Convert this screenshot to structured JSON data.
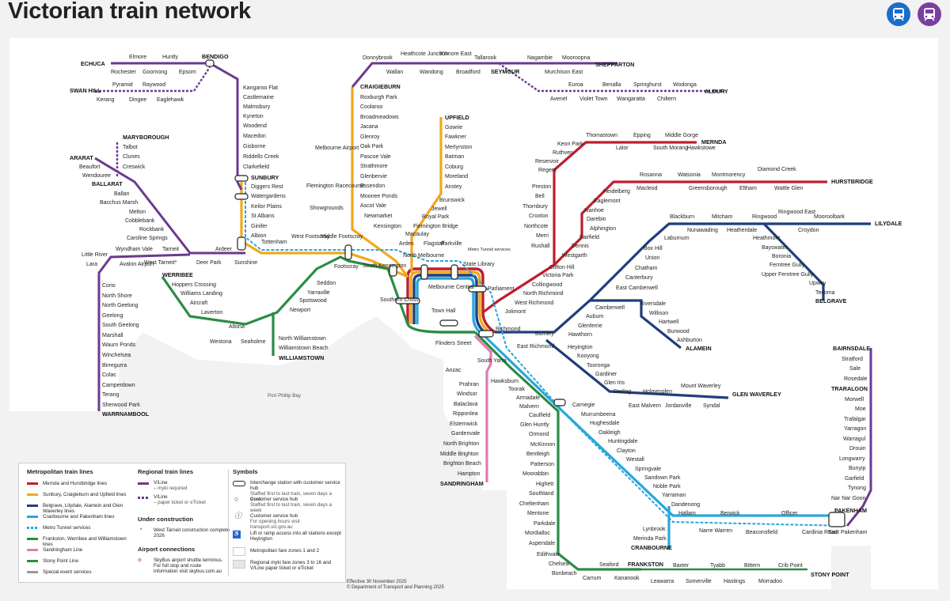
{
  "title": "Victorian train network",
  "header_icons": [
    {
      "name": "metro-train-icon",
      "color": "#1a6dcb"
    },
    {
      "name": "regional-train-icon",
      "color": "#7b3fa0"
    }
  ],
  "colors": {
    "mernda_hurstbridge": "#be1e2d",
    "sunbury_craigieburn_upfield": "#f2a81d",
    "belgrave_lilydale": "#1f3e7b",
    "cranbourne_pakenham": "#2aa6dc",
    "frankston_werribee": "#2b8c45",
    "sandringham": "#e37ab0",
    "vline": "#6b3a8f",
    "stony_point": "#2b8c45",
    "special_event": "#999999"
  },
  "labels": {
    "port_phillip_bay": "Port Phillip Bay",
    "metro_tunnel_services": "Metro Tunnel services",
    "effective": "Effective 30 November 2025",
    "copyright": "© Department of Transport and Planning 2025"
  },
  "stations": {
    "echuca": "ECHUCA",
    "elmore": "Elmore",
    "huntly": "Huntly",
    "bendigo": "BENDIGO",
    "rochester": "Rochester",
    "goornong": "Goornong",
    "epsom": "Epsom",
    "swan_hill": "SWAN HILL",
    "kerang": "Kerang",
    "pyramid": "Pyramid",
    "dingee": "Dingee",
    "raywood": "Raywood",
    "eaglehawk": "Eaglehawk",
    "kangaroo_flat": "Kangaroo Flat",
    "castlemaine": "Castlemaine",
    "malmsbury": "Malmsbury",
    "kyneton": "Kyneton",
    "woodend": "Woodend",
    "macedon": "Macedon",
    "gisborne": "Gisborne",
    "riddells_creek": "Riddells Creek",
    "clarkefield": "Clarkefield",
    "sunbury": "SUNBURY",
    "diggers_rest": "Diggers Rest",
    "watergardens": "Watergardens",
    "keilor_plains": "Keilor Plains",
    "st_albans": "St Albans",
    "ginifer": "Ginifer",
    "albion": "Albion",
    "maryborough": "MARYBOROUGH",
    "talbot": "Talbot",
    "clunes": "Clunes",
    "creswick": "Creswick",
    "ararat": "ARARAT",
    "beaufort": "Beaufort",
    "wendouree": "Wendouree",
    "ballarat": "BALLARAT",
    "ballan": "Ballan",
    "bacchus_marsh": "Bacchus Marsh",
    "melton": "Melton",
    "cobblebank": "Cobblebank",
    "rockbank": "Rockbank",
    "caroline_springs": "Caroline Springs",
    "little_river": "Little River",
    "lara": "Lara",
    "wyndham_vale": "Wyndham Vale",
    "tarneit": "Tarneit",
    "ardeer": "Ardeer",
    "deer_park": "Deer Park",
    "sunshine": "Sunshine",
    "tottenham": "Tottenham",
    "west_footscray": "West Footscray",
    "middle_footscray": "Middle Footscray",
    "footscray": "Footscray",
    "avalon_airport": "Avalon Airport",
    "west_tarneit": "West Tarneit*",
    "corio": "Corio",
    "north_shore": "North Shore",
    "north_geelong": "North Geelong",
    "geelong": "Geelong",
    "south_geelong": "South Geelong",
    "marshall": "Marshall",
    "waurn_ponds": "Waurn Ponds",
    "winchelsea": "Winchelsea",
    "birregurra": "Birregurra",
    "colac": "Colac",
    "camperdown": "Camperdown",
    "terang": "Terang",
    "sherwood_park": "Sherwood Park",
    "warrnambool": "WARRNAMBOOL",
    "werribee": "WERRIBEE",
    "hoppers_crossing": "Hoppers Crossing",
    "williams_landing": "Williams Landing",
    "aircraft": "Aircraft",
    "laverton": "Laverton",
    "altona": "Altona",
    "westona": "Westona",
    "seaholme": "Seaholme",
    "seddon": "Seddon",
    "yarraville": "Yarraville",
    "spotswood": "Spotswood",
    "newport": "Newport",
    "north_williamstown": "North Williamstown",
    "williamstown_beach": "Williamstown Beach",
    "williamstown": "WILLIAMSTOWN",
    "craigieburn": "CRAIGIEBURN",
    "roxburgh_park": "Roxburgh Park",
    "coolaroo": "Coolaroo",
    "broadmeadows": "Broadmeadows",
    "jacana": "Jacana",
    "glenroy": "Glenroy",
    "oak_park": "Oak Park",
    "pascoe_vale": "Pascoe Vale",
    "strathmore": "Strathmore",
    "glenbervie": "Glenbervie",
    "essendon": "Essendon",
    "moonee_ponds": "Moonee Ponds",
    "ascot_vale": "Ascot Vale",
    "newmarket": "Newmarket",
    "kensington": "Kensington",
    "melbourne_airport": "Melbourne Airport",
    "flemington_racecourse": "Flemington Racecourse",
    "showgrounds": "Showgrounds",
    "donnybrook": "Donnybrook",
    "wallan": "Wallan",
    "heathcote_junction": "Heathcote Junction",
    "wandong": "Wandong",
    "kilmore_east": "Kilmore East",
    "broadford": "Broadford",
    "tallarook": "Tallarook",
    "seymour": "SEYMOUR",
    "nagambie": "Nagambie",
    "mooroopna": "Mooroopna",
    "shepparton": "SHEPPARTON",
    "murchison_east": "Murchison East",
    "euroa": "Euroa",
    "avenel": "Avenel",
    "violet_town": "Violet Town",
    "benalla": "Benalla",
    "wangaratta": "Wangaratta",
    "springhurst": "Springhurst",
    "chiltern": "Chiltern",
    "wodonga": "Wodonga",
    "albury": "ALBURY",
    "upfield": "UPFIELD",
    "gowrie": "Gowrie",
    "fawkner": "Fawkner",
    "merlynston": "Merlynston",
    "batman": "Batman",
    "coburg": "Coburg",
    "moreland": "Moreland",
    "anstey": "Anstey",
    "brunswick": "Brunswick",
    "jewell": "Jewell",
    "royal_park": "Royal Park",
    "flemington_bridge": "Flemington Bridge",
    "macaulay": "Macaulay",
    "arden": "Arden",
    "north_melbourne": "North Melbourne",
    "south_kensington": "South Kensington",
    "flagstaff": "Flagstaff",
    "parkville": "Parkville",
    "melbourne_central": "Melbourne Central",
    "state_library": "State Library",
    "parliament": "Parliament",
    "southern_cross": "Southern Cross",
    "town_hall": "Town Hall",
    "flinders_street": "Flinders Street",
    "richmond": "Richmond",
    "anzac": "Anzac",
    "south_yarra": "South Yarra",
    "mernda": "MERNDA",
    "thomastown": "Thomastown",
    "epping": "Epping",
    "middle_gorge": "Middle Gorge",
    "lalor": "Lalor",
    "south_morang": "South Morang",
    "hawkstowe": "Hawkstowe",
    "keon_park": "Keon Park",
    "ruthven": "Ruthven",
    "reservoir": "Reservoir",
    "regent": "Regent",
    "preston": "Preston",
    "bell": "Bell",
    "thornbury": "Thornbury",
    "croxton": "Croxton",
    "northcote": "Northcote",
    "merri": "Merri",
    "rushall": "Rushall",
    "clifton_hill": "Clifton Hill",
    "victoria_park": "Victoria Park",
    "collingwood": "Collingwood",
    "north_richmond": "North Richmond",
    "west_richmond": "West Richmond",
    "jolimont": "Jolimont",
    "hurstbridge": "HURSTBRIDGE",
    "rosanna": "Rosanna",
    "watsonia": "Watsonia",
    "montmorency": "Montmorency",
    "diamond_creek": "Diamond Creek",
    "heidelberg": "Heidelberg",
    "macleod": "Macleod",
    "greensborough": "Greensborough",
    "eltham": "Eltham",
    "wattle_glen": "Wattle Glen",
    "eaglemont": "Eaglemont",
    "ivanhoe": "Ivanhoe",
    "darebin": "Darebin",
    "alphington": "Alphington",
    "fairfield": "Fairfield",
    "dennis": "Dennis",
    "westgarth": "Westgarth",
    "lilydale": "LILYDALE",
    "blackburn": "Blackburn",
    "mitcham": "Mitcham",
    "ringwood": "Ringwood",
    "ringwood_east": "Ringwood East",
    "mooroolbark": "Mooroolbark",
    "laburnum": "Laburnum",
    "nunawading": "Nunawading",
    "heatherdale": "Heatherdale",
    "croydon": "Croydon",
    "heathmont": "Heathmont",
    "bayswater": "Bayswater",
    "boronia": "Boronia",
    "ferntree_gully": "Ferntree Gully",
    "upper_ferntree_gully": "Upper Ferntree Gully",
    "upwey": "Upwey",
    "tecoma": "Tecoma",
    "belgrave": "BELGRAVE",
    "box_hill": "Box Hill",
    "union": "Union",
    "chatham": "Chatham",
    "canterbury": "Canterbury",
    "east_camberwell": "East Camberwell",
    "camberwell": "Camberwell",
    "auburn": "Auburn",
    "glenferrie": "Glenferrie",
    "hawthorn": "Hawthorn",
    "burnley": "Burnley",
    "east_richmond": "East Richmond",
    "riversdale": "Riversdale",
    "willison": "Willison",
    "hartwell": "Hartwell",
    "burwood": "Burwood",
    "ashburton": "Ashburton",
    "alamein": "ALAMEIN",
    "heyington": "Heyington",
    "kooyong": "Kooyong",
    "tooronga": "Tooronga",
    "gardiner": "Gardiner",
    "glen_iris": "Glen Iris",
    "darling": "Darling",
    "east_malvern": "East Malvern",
    "holmesglen": "Holmesglen",
    "jordanville": "Jordanville",
    "mount_waverley": "Mount Waverley",
    "syndal": "Syndal",
    "glen_waverley": "GLEN WAVERLEY",
    "prahran": "Prahran",
    "windsor": "Windsor",
    "balaclava": "Balaclava",
    "ripponlea": "Ripponlea",
    "elsternwick": "Elsternwick",
    "gardenvale": "Gardenvale",
    "north_brighton": "North Brighton",
    "middle_brighton": "Middle Brighton",
    "brighton_beach": "Brighton Beach",
    "hampton": "Hampton",
    "sandringham": "SANDRINGHAM",
    "hawksburn": "Hawksburn",
    "toorak": "Toorak",
    "armadale": "Armadale",
    "malvern": "Malvern",
    "caulfield": "Caulfield",
    "glen_huntly": "Glen Huntly",
    "ormond": "Ormond",
    "mckinnon": "McKinnon",
    "bentleigh": "Bentleigh",
    "patterson": "Patterson",
    "moorabbin": "Moorabbin",
    "highett": "Highett",
    "southland": "Southland",
    "cheltenham": "Cheltenham",
    "mentone": "Mentone",
    "parkdale": "Parkdale",
    "mordialloc": "Mordialloc",
    "aspendale": "Aspendale",
    "edithvale": "Edithvale",
    "chelsea": "Chelsea",
    "bonbeach": "Bonbeach",
    "carrum": "Carrum",
    "kananook": "Kananook",
    "seaford": "Seaford",
    "frankston": "FRANKSTON",
    "carnegie": "Carnegie",
    "murrumbeena": "Murrumbeena",
    "hughesdale": "Hughesdale",
    "oakleigh": "Oakleigh",
    "huntingdale": "Huntingdale",
    "clayton": "Clayton",
    "westall": "Westall",
    "springvale": "Springvale",
    "sandown_park": "Sandown Park",
    "noble_park": "Noble Park",
    "yarraman": "Yarraman",
    "dandenong": "Dandenong",
    "hallam": "Hallam",
    "narre_warren": "Narre Warren",
    "berwick": "Berwick",
    "beaconsfield": "Beaconsfield",
    "officer": "Officer",
    "cardinia_road": "Cardinia Road",
    "pakenham": "PAKENHAM",
    "east_pakenham": "East Pakenham",
    "lynbrook": "Lynbrook",
    "merinda_park": "Merinda Park",
    "cranbourne": "CRANBOURNE",
    "leawarra": "Leawarra",
    "baxter": "Baxter",
    "somerville": "Somerville",
    "tyabb": "Tyabb",
    "hastings": "Hastings",
    "bittern": "Bittern",
    "morradoo": "Morradoo",
    "crib_point": "Crib Point",
    "stony_point": "STONY POINT",
    "bairnsdale": "BAIRNSDALE",
    "stratford": "Stratford",
    "sale": "Sale",
    "rosedale": "Rosedale",
    "traralgon": "TRARALGON",
    "morwell": "Morwell",
    "moe": "Moe",
    "trafalgar": "Trafalgar",
    "yarragon": "Yarragon",
    "warragul": "Warragul",
    "drouin": "Drouin",
    "longwarry": "Longwarry",
    "bunyip": "Bunyip",
    "garfield": "Garfield",
    "tynong": "Tynong",
    "nar_nar_goon": "Nar Nar Goon"
  },
  "legend": {
    "metro_heading": "Metropolitan train lines",
    "metro_items": [
      {
        "label": "Mernda and Hurstbridge lines",
        "color": "#be1e2d"
      },
      {
        "label": "Sunbury, Craigieburn and Upfield lines",
        "color": "#f2a81d"
      },
      {
        "label": "Belgrave, Lilydale, Alamein and Glen Waverley lines",
        "color": "#1f3e7b"
      },
      {
        "label": "Cranbourne and Pakenham lines",
        "color": "#2aa6dc"
      },
      {
        "label": "Metro Tunnel services",
        "color": "#2aa6dc"
      },
      {
        "label": "Frankston, Werribee and Williamstown lines",
        "color": "#2b8c45"
      },
      {
        "label": "Sandringham Line",
        "color": "#e37ab0"
      },
      {
        "label": "Stony Point Line",
        "color": "#2b8c45"
      },
      {
        "label": "Special event services",
        "color": "#999999"
      }
    ],
    "regional_heading": "Regional train lines",
    "vline_label": "V/Line",
    "vline_sub": "– myki required",
    "vline2_label": "V/Line",
    "vline2_sub": "– paper ticket or eTicket",
    "construction_heading": "Under construction",
    "construction_text": "West Tarneit construction complete 2026",
    "airport_heading": "Airport connections",
    "airport_text": "SkyBus airport shuttle terminus. For full stop and route information visit skybus.com.au",
    "symbols_heading": "Symbols",
    "interchange_title": "Interchange station with customer service hub",
    "interchange_sub": "Staffed first to last train, seven days a week",
    "hub_title": "Customer service hub",
    "hub_sub": "Staffed first to last train, seven days a week",
    "info_title": "Customer service hub",
    "info_sub": "For opening hours visit transport.vic.gov.au",
    "access_text": "Lift or ramp access into all stations except Heyington",
    "zone_text": "Metropolitan fare zones 1 and 2",
    "regional_zone_text": "Regional myki fare zones 3 to 16 and V/Line paper ticket or eTicket"
  }
}
